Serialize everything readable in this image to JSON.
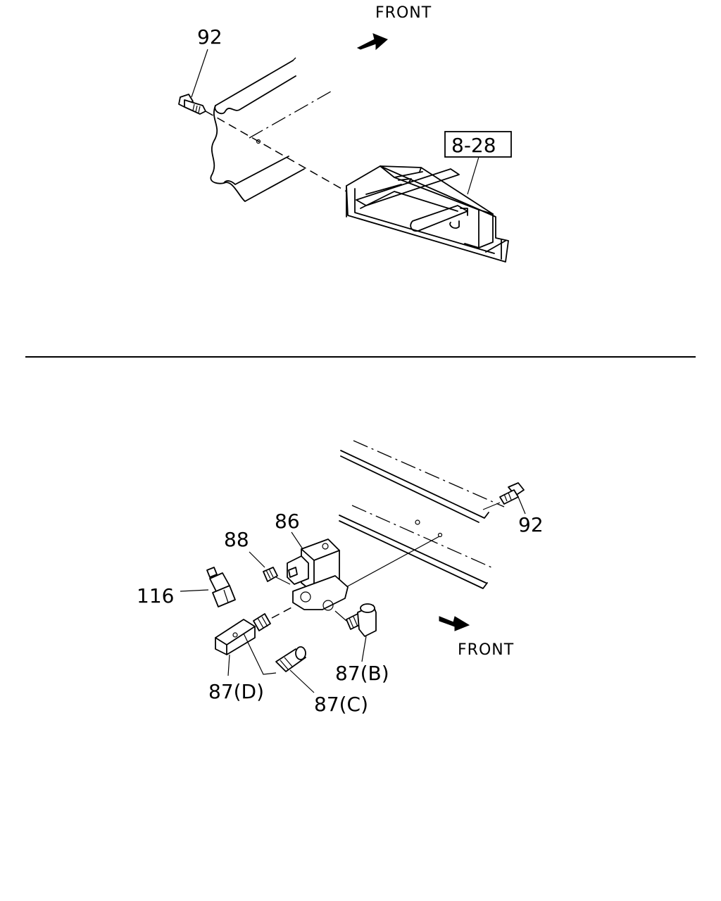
{
  "top_view": {
    "front_label": "FRONT",
    "bolt_label": "92",
    "ref_box_label": "8-28"
  },
  "bottom_view": {
    "front_label": "FRONT",
    "valve_label": "86",
    "plug_label": "88",
    "fitting_label": "116",
    "bolt_label": "92",
    "connector_b_label": "87(B)",
    "connector_c_label": "87(C)",
    "connector_d_label": "87(D)"
  }
}
